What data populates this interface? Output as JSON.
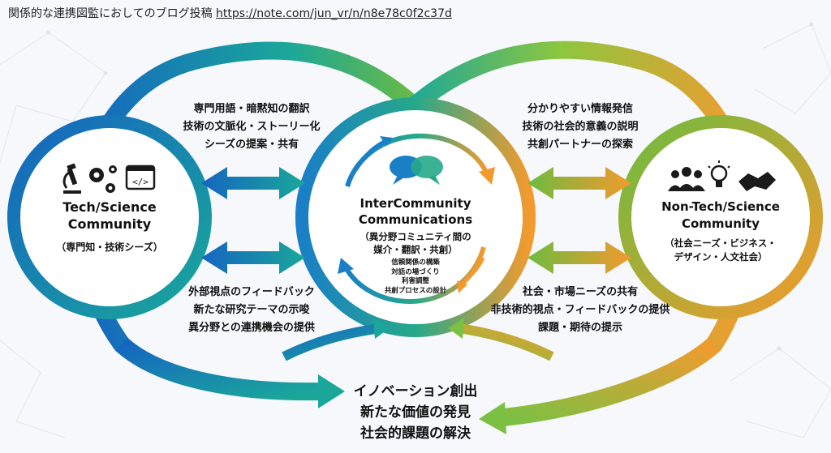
{
  "header": {
    "label": "関係的な連携図監におしてのブログ投稿",
    "url": "https://note.com/jun_vr/n/n8e78c0f2c37d"
  },
  "left_circle": {
    "title_lines": [
      "Tech/Science",
      "Community"
    ],
    "subtitle": "（専門知・技術シーズ）",
    "icons": [
      "microscope-icon",
      "gears-icon",
      "code-window-icon"
    ]
  },
  "center_circle": {
    "title_lines": [
      "InterCommunity",
      "Communications"
    ],
    "subtitle_lines": [
      "（異分野コミュニティ間の",
      "媒介・翻訳・共創）"
    ],
    "detail_lines": [
      "信頼関係の構築",
      "対話の場づくり",
      "利害調整",
      "共創プロセスの設計"
    ],
    "icons": [
      "speech-bubbles-icon"
    ]
  },
  "right_circle": {
    "title_lines": [
      "Non-Tech/Science",
      "Community"
    ],
    "subtitle_lines": [
      "（社会ニーズ・ビジネス・",
      "デザイン・人文社会）"
    ],
    "icons": [
      "people-icon",
      "lightbulb-icon",
      "handshake-icon"
    ]
  },
  "top_left_text": [
    "専門用語・暗黙知の翻訳",
    "技術の文脈化・ストーリー化",
    "シーズの提案・共有"
  ],
  "bottom_left_text": [
    "外部視点のフィードバック",
    "新たな研究テーマの示唆",
    "異分野との連携機会の提供"
  ],
  "top_right_text": [
    "分かりやすい情報発信",
    "技術の社会的意義の説明",
    "共創パートナーの探索"
  ],
  "bottom_right_text": [
    "社会・市場ニーズの共有",
    "非技術的視点・フィードバックの提供",
    "課題・期待の提示"
  ],
  "outcome_text": [
    "イノベーション創出",
    "新たな価値の発見",
    "社会的課題の解決"
  ],
  "colors": {
    "blue": "#1565c0",
    "teal": "#1aa79a",
    "green": "#6dbb3f",
    "orange": "#f39a2e",
    "background": "#f6f8fb"
  }
}
